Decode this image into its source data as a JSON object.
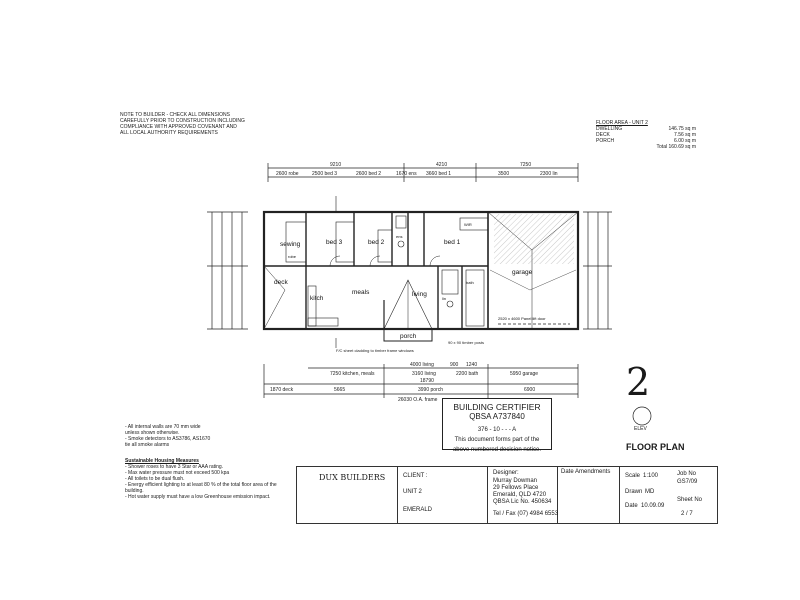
{
  "notes_top": [
    "NOTE TO BUILDER - CHECK ALL DIMENSIONS",
    "CAREFULLY PRIOR TO CONSTRUCTION INCLUDING",
    "COMPLIANCE WITH APPROVED COVENANT AND",
    "ALL LOCAL AUTHORITY REQUIREMENTS"
  ],
  "floor_area": {
    "heading": "FLOOR AREA - UNIT 2",
    "rows": [
      {
        "label": "DWELLING",
        "value": "146.75 sq m"
      },
      {
        "label": "DECK",
        "value": "7.56 sq m"
      },
      {
        "label": "PORCH",
        "value": "6.00 sq m"
      }
    ],
    "total": "Total 160.69 sq m"
  },
  "dims_top": {
    "overall": [
      "9210",
      "4210",
      "7250"
    ],
    "detail": [
      "2600 robe",
      "2500 bed 3",
      "2600 bed 2",
      "1670 ens",
      "3660 bed 1",
      "3500",
      "2300 lin"
    ]
  },
  "rooms": {
    "sewing": "sewing",
    "bed3": "bed 3",
    "bed2": "bed 2",
    "bed1": "bed 1",
    "garage": "garage",
    "deck": "deck",
    "kitch": "kitch",
    "meals": "meals",
    "living": "living",
    "porch": "porch",
    "robe": "robe",
    "wir": "WIR",
    "ens": "ens",
    "bath": "bath",
    "lin": "lin",
    "garage_door": "2520 x 4600 Panel lift door"
  },
  "dims_bottom": {
    "row1": [
      "4000 living",
      "900",
      "1240"
    ],
    "row2": [
      "7250 kitchen, meals",
      "3160 living",
      "2200 bath",
      "5950 garage"
    ],
    "overall_mid": "18790",
    "row3": [
      "1870 deck",
      "5665",
      "3990 porch",
      "6900"
    ],
    "overall": "26030 O.A. frame"
  },
  "notes_plan": [
    "F/C sheet cladding to timber frame windows",
    "90 x 90 timber posts"
  ],
  "sheet_number_handwritten": "2",
  "stamp": {
    "title": "BUILDING CERTIFIER",
    "qbsa": "QBSA A737840",
    "ref": "376 - 10  - - -  A",
    "line1": "This document forms part of the",
    "line2": "above numbered decision notice."
  },
  "elev_label": "ELEV",
  "floor_plan_title": "FLOOR PLAN",
  "lower_notes": [
    "- All internal walls are 70 mm wide",
    "  unless shown otherwise.",
    "- Smoke detectors to AS3786, AS1670",
    "  tie all smoke alarms"
  ],
  "sustainable": {
    "heading": "Sustainable Housing Measures",
    "items": [
      "- Shower roses to have 3 Star or AAA rating.",
      "- Max water pressure must not exceed 500 kpa",
      "- All toilets to be dual flush.",
      "- Energy efficient lighting to at least 80 % of the total floor area of the building.",
      "- Hot water supply must have a low Greenhouse emission impact."
    ]
  },
  "title_block": {
    "company": "DUX BUILDERS",
    "client_label": "CLIENT :",
    "unit": "UNIT 2",
    "location": "EMERALD",
    "designer_label": "Designer:",
    "designer": [
      "Murray Dowman",
      "29 Fellows Place",
      "Emerald, QLD 4720",
      "QBSA Lic No. 450634",
      "Tel / Fax (07) 4984 6553"
    ],
    "date_label": "Date",
    "amendments_label": "Amendments",
    "scale_label": "Scale",
    "scale": "1:100",
    "job_label": "Job No",
    "job": "GS7/09",
    "drawn_label": "Drawn",
    "drawn": "MD",
    "date_value_label": "Date",
    "date": "10.09.09",
    "sheet_label": "Sheet No",
    "sheet": "2 / 7"
  }
}
